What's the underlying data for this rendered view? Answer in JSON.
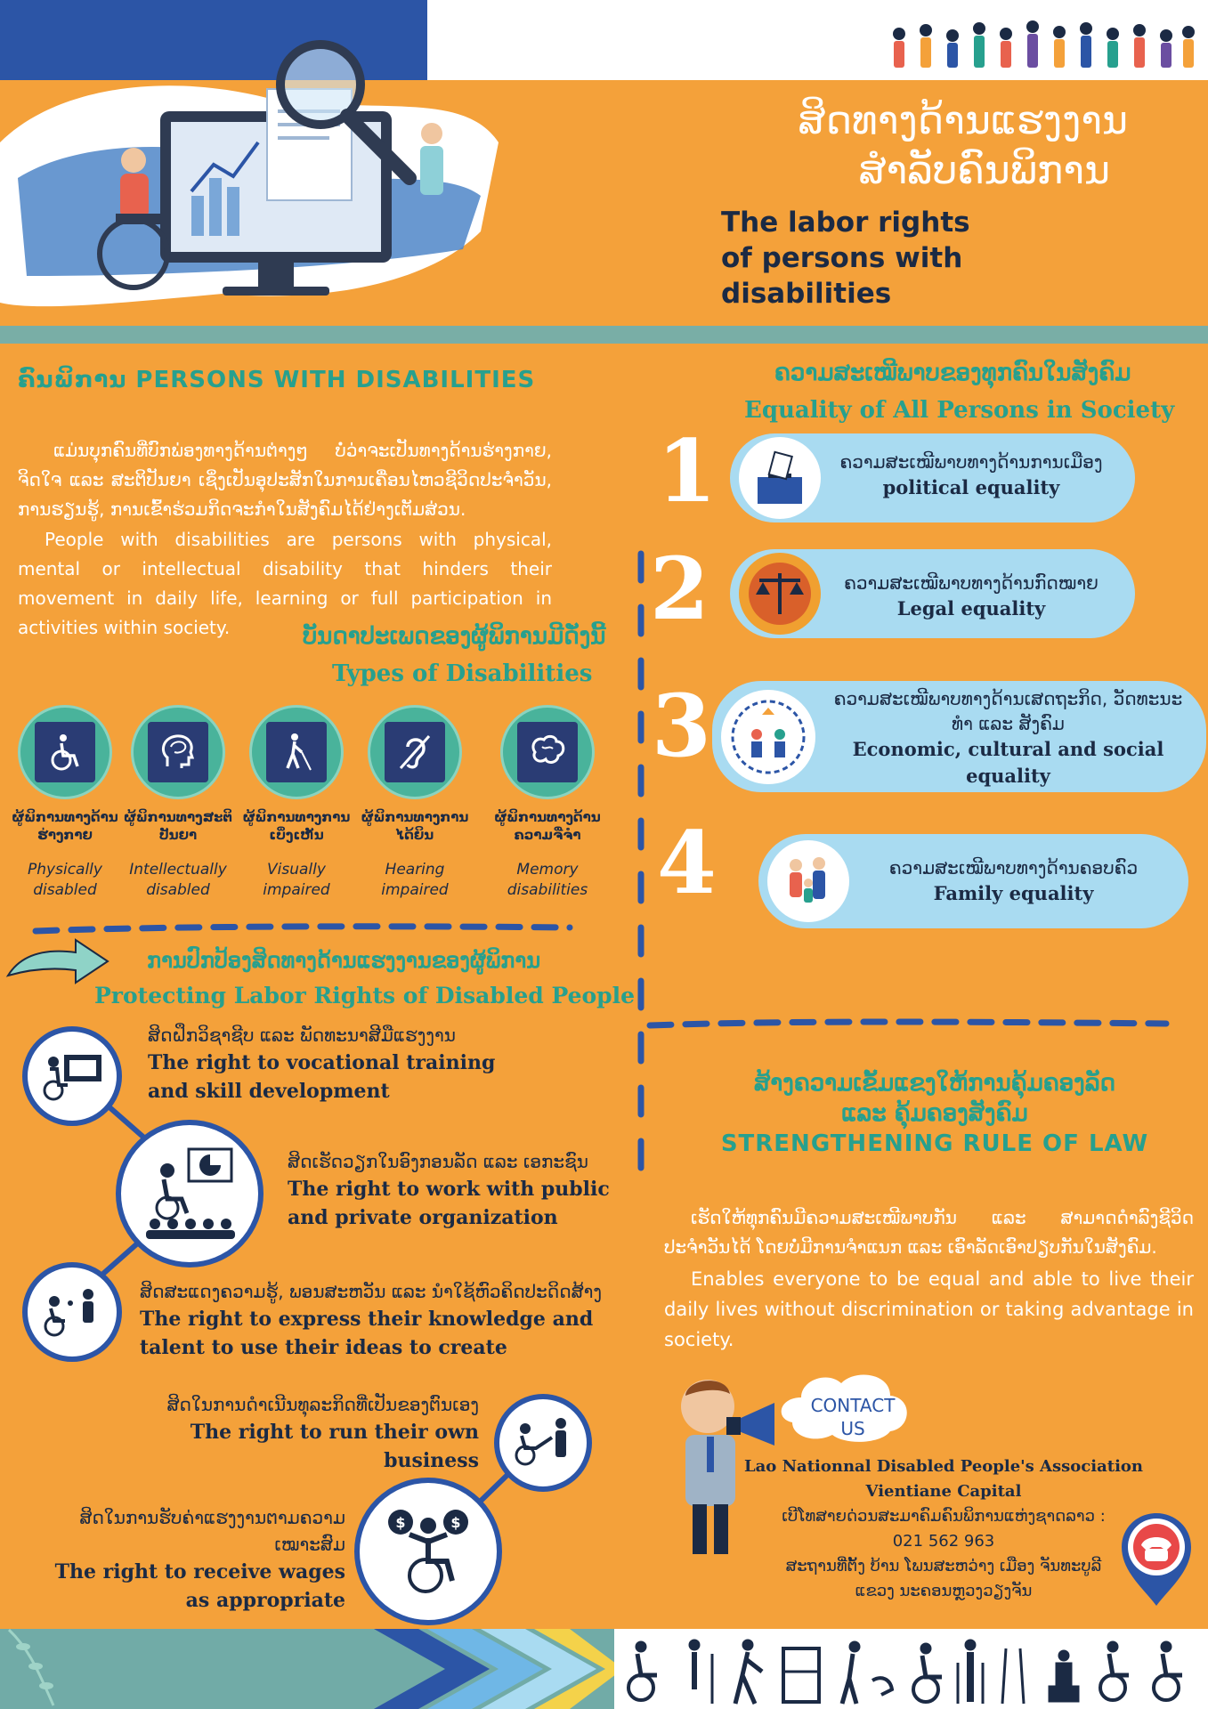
{
  "header": {
    "title_lao_line1": "ສິດທາງດ້ານແຮງງານ",
    "title_lao_line2": "ສຳລັບຄົນພິການ",
    "title_en_line1": "The labor rights",
    "title_en_line2": "of persons with",
    "title_en_line3": "disabilities"
  },
  "pwd": {
    "heading": "ຄົນພິການ  PERSONS WITH DISABILITIES",
    "para_lao": "ແມ່ນບຸກຄົນທີ່ບົກພ່ອງທາງດ້ານຕ່າງໆ  ບໍ່ວ່າຈະເປັນທາງດ້ານຮ່າງກາຍ, ຈິດໃຈ ແລະ ສະຕິປັນຍາ ເຊິ່ງເປັນອຸປະສັກໃນການເຄື່ອນໄຫວຊີວິດປະຈໍາວັນ, ການຮຽນຮູ້, ການເຂົ້າຮ່ວມກິດຈະກໍາໃນສັງຄົມໄດ້ຢ່າງເຕັມສ່ວນ.",
    "para_en": "People with disabilities are persons with physical, mental or intellectual disability that  hinders their movement in daily life, learning or full participation in activities within society."
  },
  "types": {
    "heading_lao": "ບັນດາປະເພດຂອງຜູ້ພິການມີດັ່ງນີ້",
    "heading_en": "Types of Disabilities",
    "items": [
      {
        "lao": "ຜູ້ພິການທາງດ້ານຮ່າງກາຍ",
        "en1": "Physically",
        "en2": "disabled",
        "icon": "wheelchair-icon"
      },
      {
        "lao": "ຜູ້ພິການທາງສະຕິປັນຍາ",
        "en1": "Intellectually",
        "en2": "disabled",
        "icon": "head-icon"
      },
      {
        "lao": "ຜູ້ພິການທາງການເບິ່ງເຫັນ",
        "en1": "Visually",
        "en2": "impaired",
        "icon": "blind-cane-icon"
      },
      {
        "lao": "ຜູ້ພິການທາງການໄດ້ຍິນ",
        "en1": "Hearing",
        "en2": "impaired",
        "icon": "ear-icon"
      },
      {
        "lao": "ຜູ້ພິການທາງດ້ານຄວາມຈື່ຈໍາ",
        "en1": "Memory",
        "en2": "disabilities",
        "icon": "brain-icon"
      }
    ]
  },
  "equality": {
    "heading_lao": "ຄວາມສະເໝີພາບຂອງທຸກຄົນໃນສັງຄົມ",
    "heading_en": "Equality of All Persons in Society",
    "items": [
      {
        "num": "1",
        "lao": "ຄວາມສະເໝີພາບທາງດ້ານການເມືອງ",
        "en": "political equality"
      },
      {
        "num": "2",
        "lao": "ຄວາມສະເໝີພາບທາງດ້ານກົດໝາຍ",
        "en": "Legal equality"
      },
      {
        "num": "3",
        "lao": "ຄວາມສະເໝີພາບທາງດ້ານເສດຖະກິດ, ວັດທະນະທໍາ ແລະ ສັງຄົມ",
        "en": "Economic, cultural and social equality"
      },
      {
        "num": "4",
        "lao": "ຄວາມສະເໝີພາບທາງດ້ານຄອບຄົວ",
        "en": "Family equality"
      }
    ]
  },
  "protect": {
    "heading_lao": "ການປົກປ້ອງສິດທາງດ້ານແຮງງານຂອງຜູ້ພິການ",
    "heading_en": "Protecting Labor Rights of Disabled People",
    "items": [
      {
        "lao": "ສິດຝຶກວິຊາຊີບ ແລະ ພັດທະນາສີມືແຮງງານ",
        "en1": "The right to vocational training",
        "en2": "and skill development"
      },
      {
        "lao": "ສິດເຮັດວຽກໃນອົງກອນລັດ ແລະ ເອກະຊົນ",
        "en1": "The right to work with public",
        "en2": "and private organization"
      },
      {
        "lao": "ສິດສະແດງຄວາມຮູ້, ພອນສະຫວັນ ແລະ ນໍາໃຊ້ຫົວຄິດປະດິດສ້າງ",
        "en1": "The right to express their knowledge and",
        "en2": "talent to use their ideas to create"
      },
      {
        "lao": "ສິດໃນການດໍາເນີນທຸລະກິດທີ່ເປັນຂອງຕົນເອງ",
        "en1": "The right to run their own",
        "en2": "business"
      },
      {
        "lao": "ສິດໃນການຮັບຄ່າແຮງງານຕາມຄວາມເໝາະສົມ",
        "en1": "The right to  receive wages",
        "en2": "as appropriate"
      }
    ]
  },
  "rule": {
    "heading_lao1": "ສ້າງຄວາມເຂັ້ມແຂງໃຫ້ການຄຸ້ມຄອງລັດ",
    "heading_lao2": "ແລະ ຄຸ້ມຄອງສັງຄົມ",
    "heading_en": "STRENGTHENING RULE OF LAW",
    "para_lao": "ເຮັດໃຫ້ທຸກຄົນມີຄວາມສະເໝີພາບກັນ ແລະ ສາມາດດຳລົງຊີວິດປະຈຳວັນໄດ້ ໂດຍບໍ່ມີການຈຳແນກ ແລະ ເອົາລັດເອົາປຽບກັນໃນສັງຄົມ.",
    "para_en": "Enables everyone to be equal and able to live their daily lives without discrimination  or taking advantage in society."
  },
  "contact": {
    "bubble1": "CONTACT",
    "bubble2": "US",
    "org": "Lao Nationnal Disabled People's Association",
    "city": "Vientiane Capital",
    "hotline_label": "ເບີໂທສາຍດ່ວນສະມາຄົມຄົນພິການແຫ່ງຊາດລາວ  :",
    "phone": "021 562   963",
    "address1": "ສະຖານທີ່ຕັ້ງ ບ້ານ ໂພນສະຫວ່າງ ເມືອງ ຈັນທະບູລີ",
    "address2": "ແຂວງ ນະຄອນຫຼວງວຽງຈັນ"
  },
  "colors": {
    "background": "#f4a13a",
    "navy": "#2c55a6",
    "teal": "#27a08e",
    "pill": "#a9dbf1",
    "dark_text": "#1b2a44"
  }
}
